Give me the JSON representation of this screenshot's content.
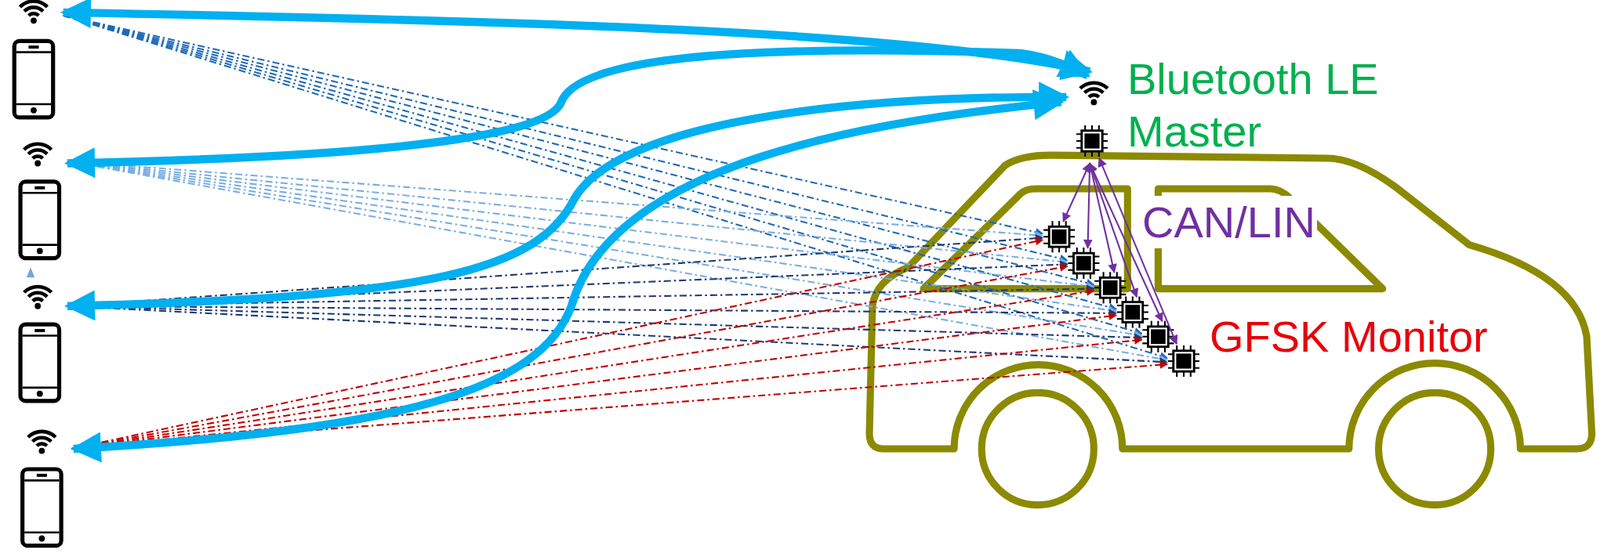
{
  "diagram": {
    "nodes": [
      {
        "text": [
          "Bluetooth LE Master"
        ]
      },
      {
        "text": [
          "GFSK Monitor"
        ]
      }
    ],
    "edges": [
      {
        "from": 0,
        "to": 1,
        "arrow": "both",
        "label": "CAN/LIN"
      }
    ]
  }
}
